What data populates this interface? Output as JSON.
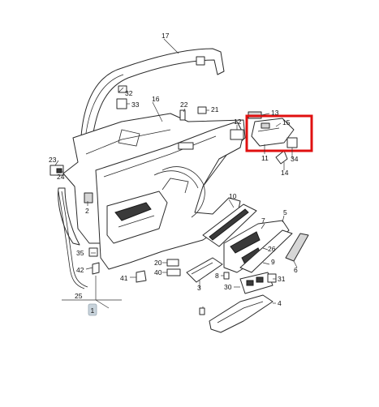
{
  "diagram": {
    "highlight_color": "#e01010",
    "labels": {
      "l1": "1",
      "l2": "2",
      "l3": "3",
      "l4": "4",
      "l5": "5",
      "l6": "6",
      "l7": "7",
      "l8": "8",
      "l9": "9",
      "l10": "10",
      "l11": "11",
      "l12": "12",
      "l13": "13",
      "l14": "14",
      "l15": "15",
      "l16": "16",
      "l17": "17",
      "l20": "20",
      "l21": "21",
      "l22": "22",
      "l23": "23",
      "l24": "24",
      "l25": "25",
      "l26": "26",
      "l30": "30",
      "l31": "31",
      "l32": "32",
      "l33": "33",
      "l34": "34",
      "l35": "35",
      "l40": "40",
      "l41": "41",
      "l42": "42"
    }
  }
}
